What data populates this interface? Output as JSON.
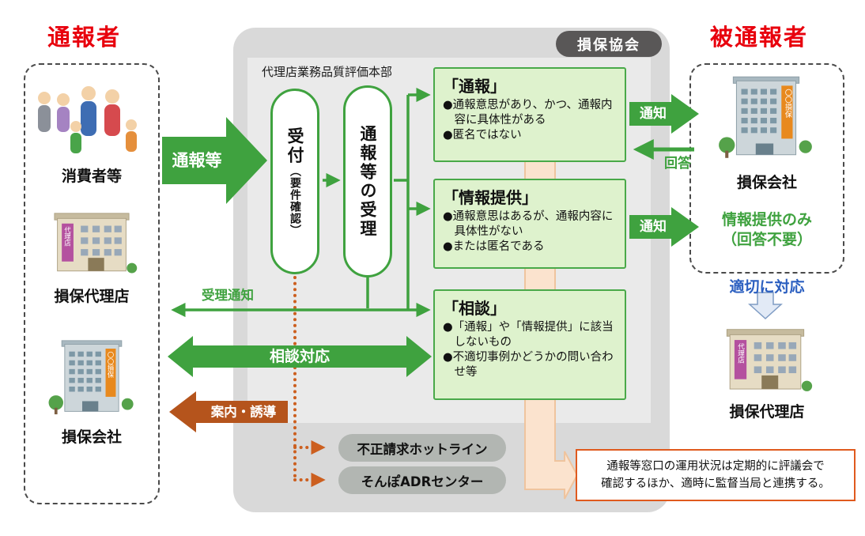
{
  "header": {
    "reporter_title": "通報者",
    "reported_title": "被通報者",
    "association_badge": "損保協会",
    "hq_label": "代理店業務品質評価本部"
  },
  "left": {
    "consumers": "消費者等",
    "agency": "損保代理店",
    "company": "損保会社"
  },
  "flow": {
    "incoming_arrow": "通報等",
    "reception_main": "受付",
    "reception_sub": "（要件確認）",
    "acceptance": "通報等の受理",
    "acceptance_notice": "受理通知",
    "consultation_response": "相談対応",
    "guidance": "案内・誘導"
  },
  "categories": [
    {
      "title": "「通報」",
      "bullets": [
        "●通報意思があり、かつ、通報内容に具体性がある",
        "●匿名ではない"
      ]
    },
    {
      "title": "「情報提供」",
      "bullets": [
        "●通報意思はあるが、通報内容に具体性がない",
        "●または匿名である"
      ]
    },
    {
      "title": "「相談」",
      "bullets": [
        "●「通報」や「情報提供」に該当しないもの",
        "●不適切事例かどうかの問い合わせ等"
      ]
    }
  ],
  "right": {
    "notify_top": "通知",
    "reply": "回答",
    "notify_mid": "通知",
    "company": "損保会社",
    "info_only_line1": "情報提供のみ",
    "info_only_line2": "（回答不要）",
    "appropriate": "適切に対応",
    "agency": "損保代理店"
  },
  "bottom": {
    "hotline": "不正請求ホットライン",
    "adr": "そんぽADRセンター",
    "note_line1": "通報等窓口の運用状況は定期的に評議会で",
    "note_line2": "確認するほか、適時に監督当局と連携する。"
  },
  "icons": {
    "company_sign": "〇〇損保",
    "agency_sign": "代理店"
  },
  "colors": {
    "accent_green": "#3fa23f",
    "light_green_box": "#def2cd",
    "title_red": "#e8000d",
    "link_blue": "#2b5fc0",
    "guidance_brown": "#b5541c",
    "referral_orange": "#cc5f1f",
    "note_border_orange": "#e05a1e",
    "peach_arrow": "#fbe3ce",
    "panel_gray": "#d9d9d9",
    "badge_gray": "#595757"
  }
}
